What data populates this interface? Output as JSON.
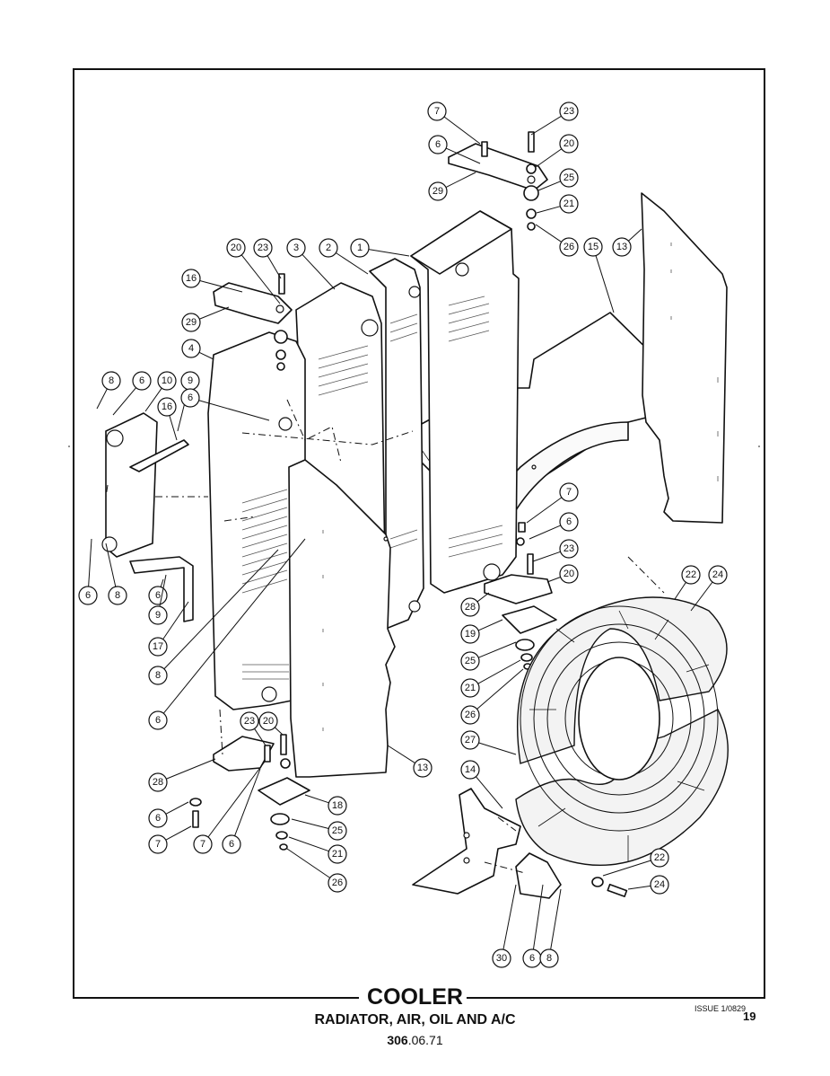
{
  "title": "COOLER",
  "subtitle": "RADIATOR, AIR, OIL AND A/C",
  "part_number": {
    "bold": "306",
    "rest": ".06.71"
  },
  "issue": "ISSUE 1/0829",
  "page": "19",
  "callouts": [
    "7",
    "23",
    "6",
    "20",
    "29",
    "25",
    "21",
    "26",
    "15",
    "13",
    "20",
    "23",
    "3",
    "2",
    "1",
    "16",
    "29",
    "4",
    "8",
    "6",
    "10",
    "9",
    "16",
    "6",
    "6",
    "8",
    "6",
    "9",
    "17",
    "8",
    "6",
    "7",
    "6",
    "23",
    "20",
    "28",
    "19",
    "25",
    "21",
    "26",
    "22",
    "24",
    "27",
    "23",
    "20",
    "28",
    "13",
    "18",
    "6",
    "25",
    "7",
    "7",
    "6",
    "21",
    "26",
    "14",
    "22",
    "24",
    "30",
    "6",
    "8"
  ]
}
